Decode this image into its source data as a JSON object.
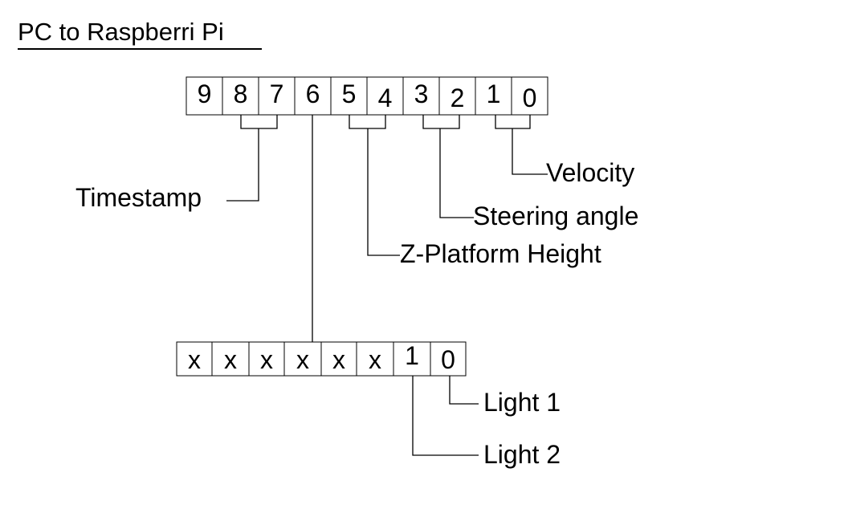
{
  "title": "PC to Raspberri Pi",
  "top_register": {
    "cells": [
      "9",
      "8",
      "7",
      "6",
      "5",
      "4",
      "3",
      "2",
      "1",
      "0"
    ]
  },
  "bottom_register": {
    "cells": [
      "x",
      "x",
      "x",
      "x",
      "x",
      "x",
      "1",
      "0"
    ]
  },
  "labels": {
    "timestamp": "Timestamp",
    "velocity": "Velocity",
    "steering_angle": "Steering angle",
    "z_platform_height": "Z-Platform Height",
    "light_1": "Light 1",
    "light_2": "Light 2"
  }
}
